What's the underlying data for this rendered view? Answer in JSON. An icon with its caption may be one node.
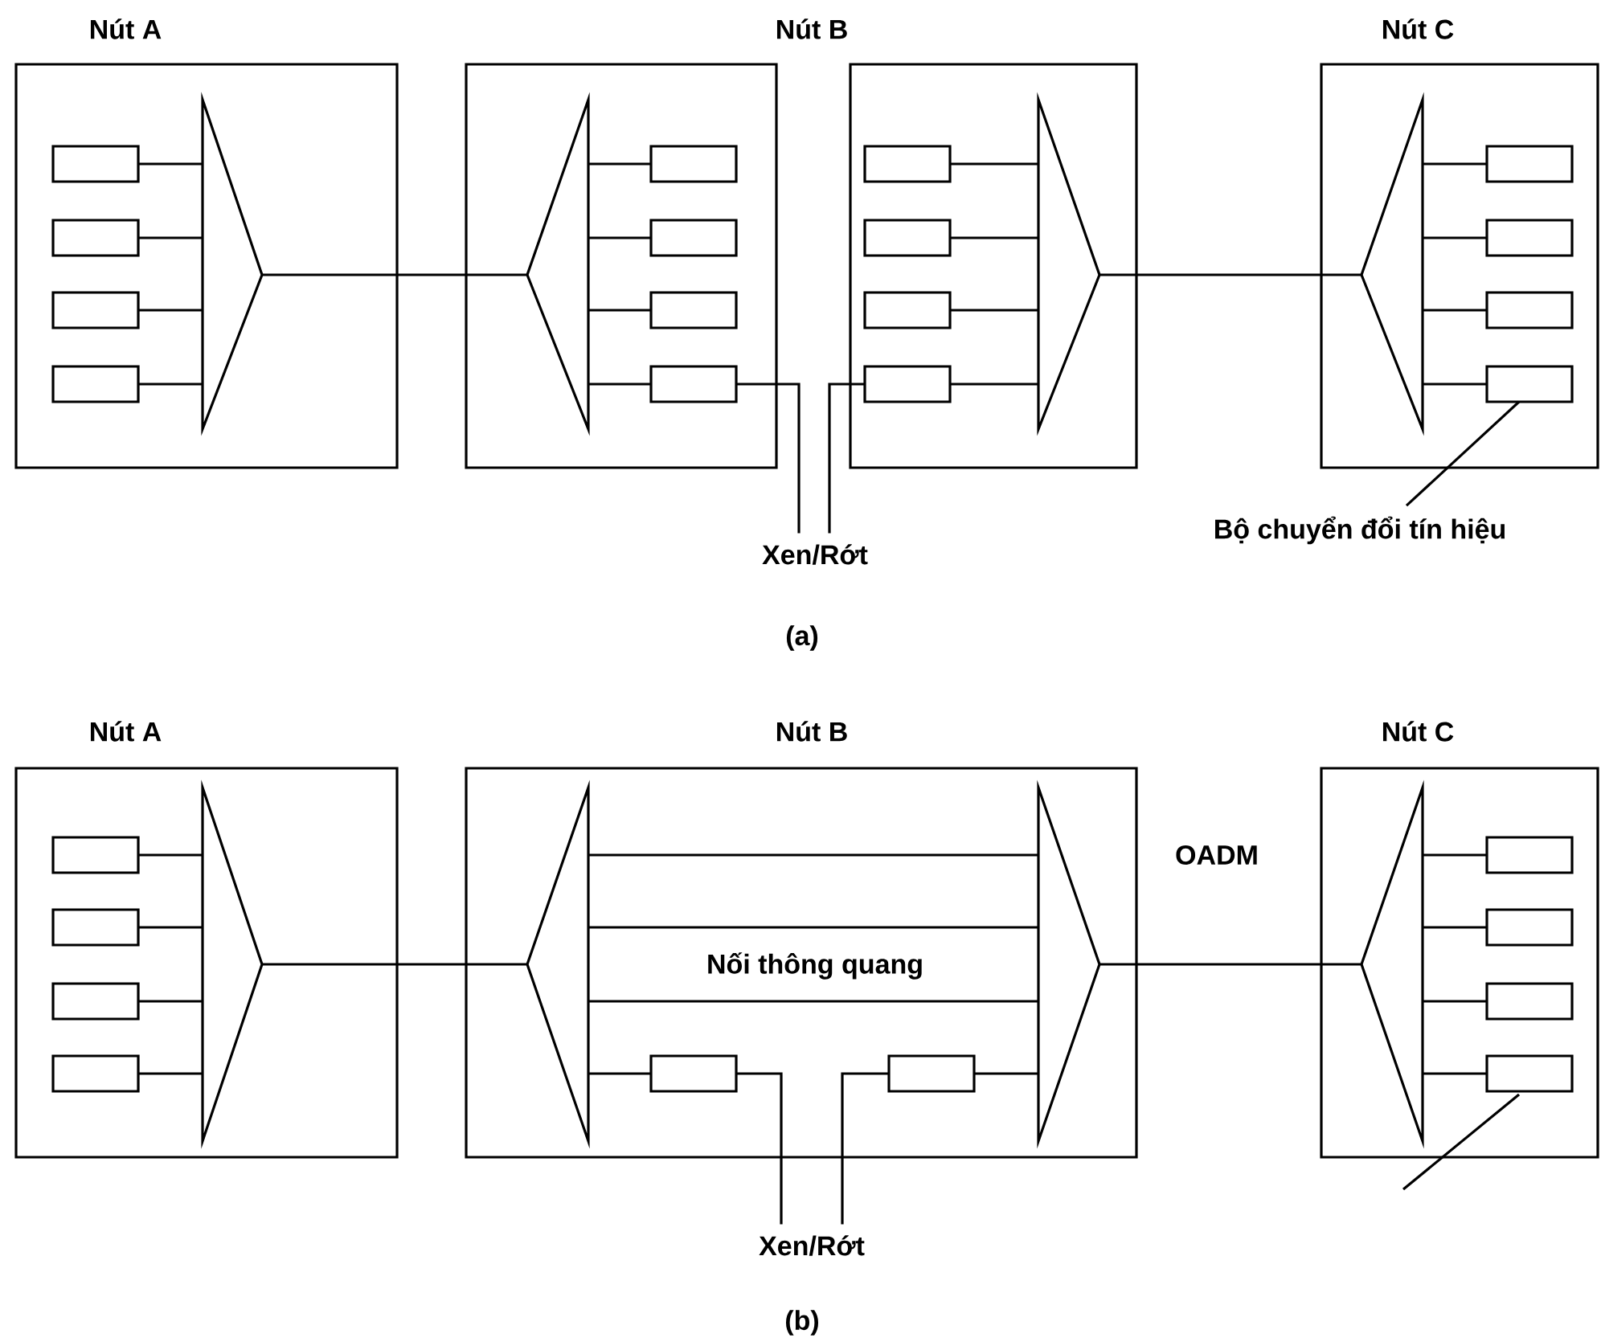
{
  "diagram": {
    "nodes": [
      {
        "text": [
          "Nút A"
        ]
      },
      {
        "text": [
          "Nút B"
        ]
      },
      {
        "text": [],
        "shape": "box"
      },
      {
        "text": [
          "Nút C"
        ]
      },
      {
        "text": [
          "Xen/Rớt"
        ]
      },
      {
        "text": [
          "Bộ chuyển đổi tín hiệu"
        ]
      },
      {
        "text": [
          "Nút A"
        ]
      },
      {
        "text": [
          "Nút B",
          "Nối thông quang"
        ],
        "beside": [
          "OADM"
        ]
      },
      {
        "text": [
          "Nút C"
        ]
      },
      {
        "text": [
          "Xen/Rớt"
        ]
      }
    ],
    "edges": [
      {
        "from": 0,
        "to": 1,
        "arrow": "none"
      },
      {
        "from": 2,
        "to": 3,
        "arrow": "none"
      },
      {
        "from": 1,
        "to": 4,
        "arrow": "none"
      },
      {
        "from": 2,
        "to": 4,
        "arrow": "none"
      },
      {
        "from": 5,
        "to": 3,
        "arrow": "none"
      },
      {
        "from": 6,
        "to": 7,
        "arrow": "none"
      },
      {
        "from": 7,
        "to": 8,
        "arrow": "none"
      },
      {
        "from": 7,
        "to": 9,
        "arrow": "none"
      },
      {
        "from": 7,
        "to": 9,
        "arrow": "none"
      },
      {
        "from": 8,
        "to": null,
        "arrow": "none"
      }
    ],
    "labels": [
      "(a)",
      "(b)"
    ]
  }
}
